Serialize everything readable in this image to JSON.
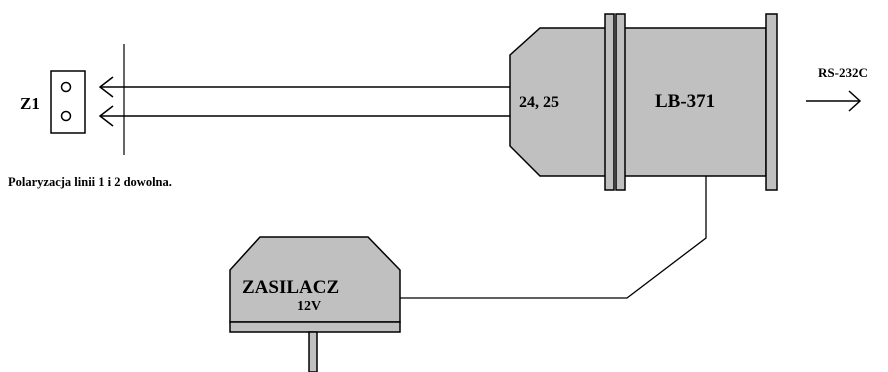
{
  "connector": {
    "label": "Z1"
  },
  "module": {
    "terminal_label": "24, 25",
    "name": "LB-371"
  },
  "output": {
    "label": "RS-232C"
  },
  "power_supply": {
    "name": "ZASILACZ",
    "voltage": "12V"
  },
  "note": {
    "text": "Polaryzacja linii 1 i 2 dowolna."
  },
  "colors": {
    "device_fill": "#c0c0c0",
    "stroke": "#000000",
    "background": "#ffffff"
  }
}
